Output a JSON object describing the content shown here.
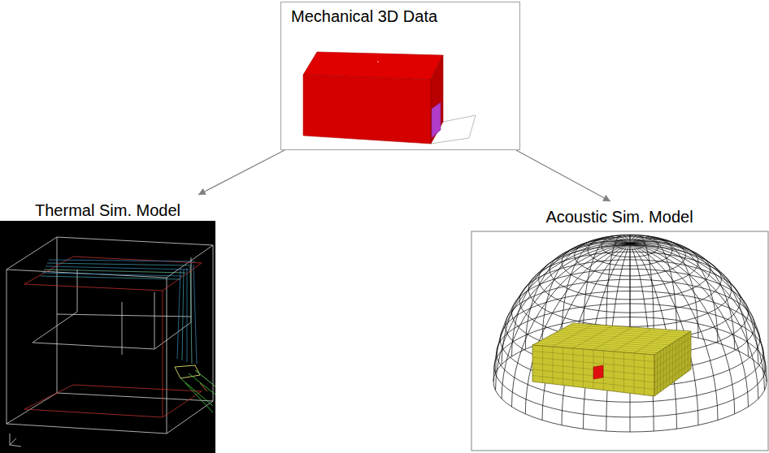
{
  "diagram": {
    "nodes": [
      {
        "text": [
          "Mechanical 3D Data"
        ]
      },
      {
        "text": [
          "Thermal Sim. Model"
        ]
      },
      {
        "text": [
          "Acoustic Sim. Model"
        ]
      }
    ],
    "edges": [
      {
        "from": 0,
        "to": 1,
        "arrow": "to"
      },
      {
        "from": 0,
        "to": 2,
        "arrow": "to"
      }
    ]
  }
}
